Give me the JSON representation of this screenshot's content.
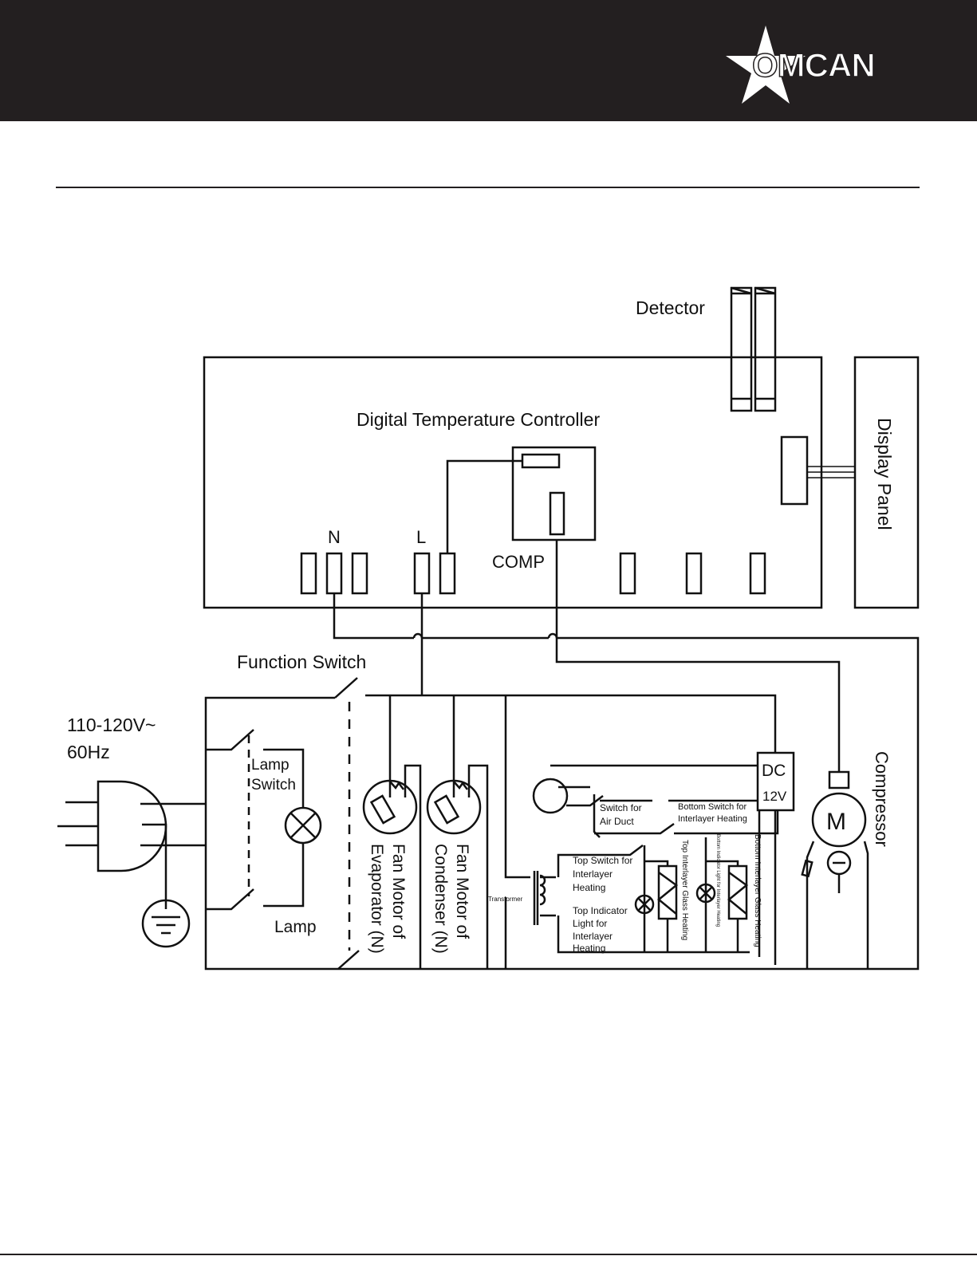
{
  "brand": {
    "logo_text": "OMCAN"
  },
  "labels": {
    "detector": "Detector",
    "controller": "Digital Temperature Controller",
    "display_panel": "Display Panel",
    "n": "N",
    "l": "L",
    "comp": "COMP",
    "function_switch": "Function Switch",
    "voltage": "110-120V~",
    "frequency": "60Hz",
    "lamp_switch_1": "Lamp",
    "lamp_switch_2": "Switch",
    "lamp": "Lamp",
    "fan_evap_1": "Fan Motor of",
    "fan_evap_2": "Evaporator (N)",
    "fan_cond_1": "Fan Motor of",
    "fan_cond_2": "Condenser (N)",
    "dc": "DC",
    "dc_volt": "12V",
    "compressor": "Compressor",
    "motor": "M",
    "switch_air_1": "Switch for",
    "switch_air_2": "Air Duct",
    "bottom_switch_1": "Bottom Switch for",
    "bottom_switch_2": "Interlayer Heating",
    "top_switch_1": "Top Switch for",
    "top_switch_2": "Interlayer",
    "top_switch_3": "Heating",
    "transformer": "Transformer",
    "top_indicator_1": "Top Indicator",
    "top_indicator_2": "Light for",
    "top_indicator_3": "Interlayer",
    "top_indicator_4": "Heating",
    "top_glass": "Top Interlayer Glass Heating",
    "bottom_indicator": "Bottom Indicator Light for Interlayer Heating",
    "bottom_glass": "Bottom Interlayer Glass Heating"
  }
}
